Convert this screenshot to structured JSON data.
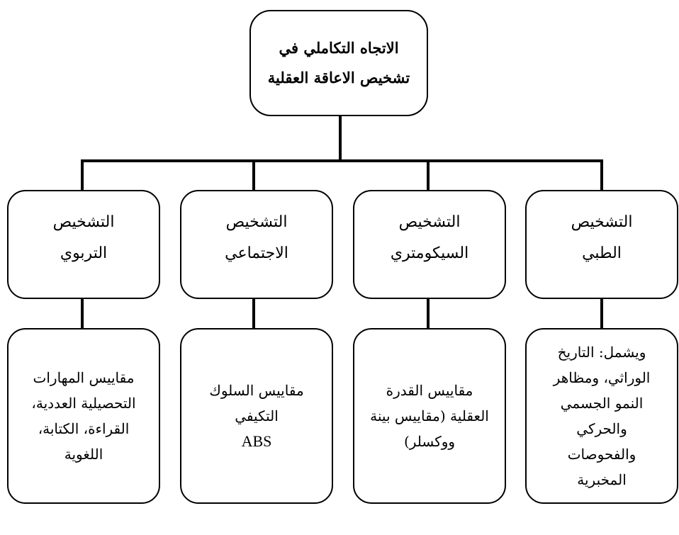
{
  "root": {
    "lines": [
      "الاتجاه التكاملي في",
      "تشخيص الاعاقة العقلية"
    ]
  },
  "branches": [
    {
      "title": [
        "التشخيص",
        "الطبي"
      ],
      "detail": [
        "ويشمل: التاريخ",
        "الوراثي، ومظاهر",
        "النمو الجسمي",
        "والحركي",
        "والفحوصات",
        "المخبرية"
      ]
    },
    {
      "title": [
        "التشخيص",
        "السيكومتري"
      ],
      "detail": [
        "مقاييس القدرة",
        "العقلية (مقاييس بينة",
        "ووكسلر)"
      ]
    },
    {
      "title": [
        "التشخيص",
        "الاجتماعي"
      ],
      "detail": [
        "مقاييس السلوك",
        "التكيفي",
        "ABS"
      ]
    },
    {
      "title": [
        "التشخيص",
        "التربوي"
      ],
      "detail": [
        "مقاييس المهارات",
        "التحصيلية العددية،",
        "القراءة، الكتابة،",
        "اللغوية"
      ]
    }
  ]
}
